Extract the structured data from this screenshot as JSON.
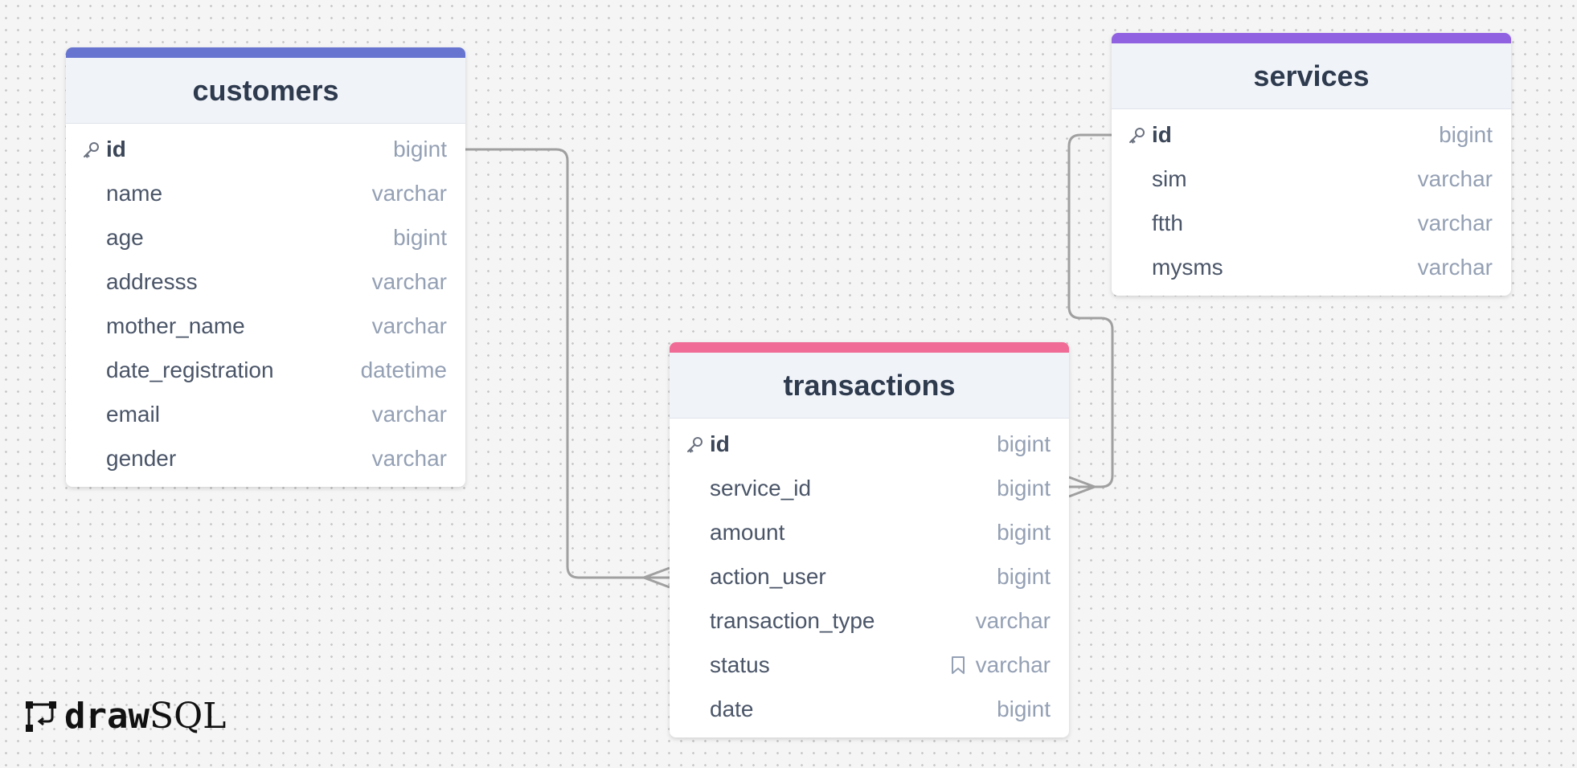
{
  "colors": {
    "customers_accent": "#6775d0",
    "services_accent": "#9061e0",
    "transactions_accent": "#f06b95",
    "connector": "#a0a0a0"
  },
  "tables": {
    "customers": {
      "name": "customers",
      "columns": [
        {
          "name": "id",
          "type": "bigint",
          "pk": true
        },
        {
          "name": "name",
          "type": "varchar"
        },
        {
          "name": "age",
          "type": "bigint"
        },
        {
          "name": "addresss",
          "type": "varchar"
        },
        {
          "name": "mother_name",
          "type": "varchar"
        },
        {
          "name": "date_registration",
          "type": "datetime"
        },
        {
          "name": "email",
          "type": "varchar"
        },
        {
          "name": "gender",
          "type": "varchar"
        }
      ]
    },
    "services": {
      "name": "services",
      "columns": [
        {
          "name": "id",
          "type": "bigint",
          "pk": true
        },
        {
          "name": "sim",
          "type": "varchar"
        },
        {
          "name": "ftth",
          "type": "varchar"
        },
        {
          "name": "mysms",
          "type": "varchar"
        }
      ]
    },
    "transactions": {
      "name": "transactions",
      "columns": [
        {
          "name": "id",
          "type": "bigint",
          "pk": true
        },
        {
          "name": "service_id",
          "type": "bigint"
        },
        {
          "name": "amount",
          "type": "bigint"
        },
        {
          "name": "action_user",
          "type": "bigint"
        },
        {
          "name": "transaction_type",
          "type": "varchar"
        },
        {
          "name": "status",
          "type": "varchar",
          "note_icon": "bookmark-icon"
        },
        {
          "name": "date",
          "type": "bigint"
        }
      ]
    }
  },
  "relationships": [
    {
      "from": "customers.id",
      "to": "transactions.action_user",
      "cardinality": "one-to-many"
    },
    {
      "from": "services.id",
      "to": "transactions.service_id",
      "cardinality": "one-to-many"
    }
  ],
  "logo": {
    "part1": "draw",
    "part2": "SQL"
  }
}
